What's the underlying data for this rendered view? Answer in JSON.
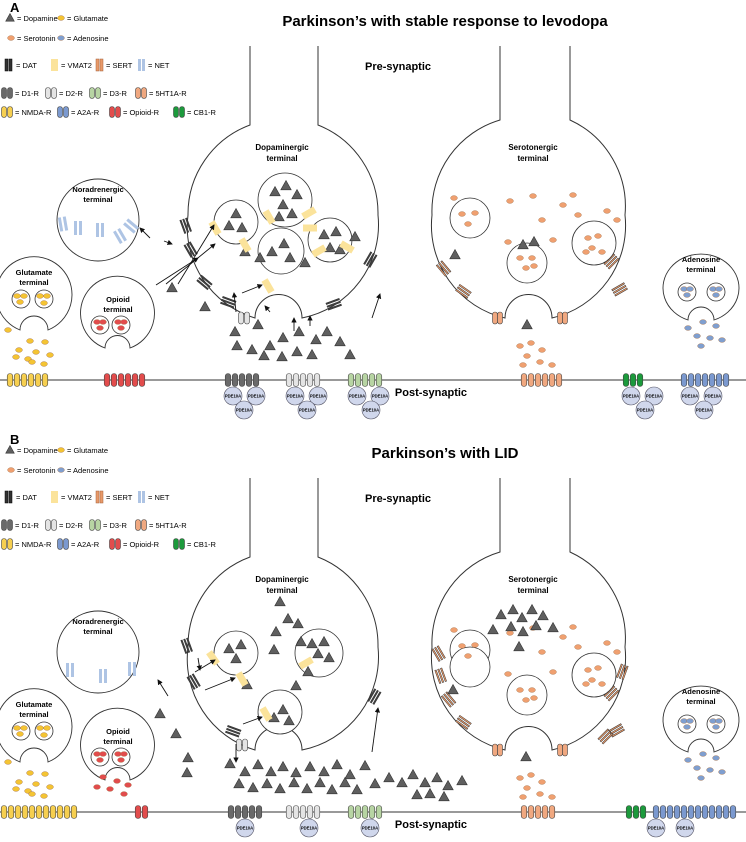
{
  "colors": {
    "dopamine": "#5f5f5f",
    "glutamate": "#f4c433",
    "serotonin": "#f0a070",
    "adenosine": "#7f9fd0",
    "dat": "#404040",
    "vmat2": "#fbe39b",
    "sert": "#e89a6a",
    "net": "#aec4e4",
    "d1r": "#6a6a6a",
    "d2r": "#e4e4e4",
    "d3r": "#b7d4a3",
    "ht1ar": "#f0a880",
    "nmdar": "#f6cf50",
    "a2ar": "#7b99cf",
    "opioidr": "#e24c4c",
    "cb1r": "#1c9a3c",
    "pde": "#d0d7ec"
  },
  "panels": [
    {
      "letter": "A",
      "title": "Parkinson’s with stable response to levodopa",
      "presynaptic": "Pre-synaptic",
      "postsynaptic": "Post-synaptic",
      "terminals": {
        "dopaminergic": [
          "Dopaminergic",
          "terminal"
        ],
        "serotonergic": [
          "Serotonergic",
          "terminal"
        ],
        "noradrenergic": [
          "Noradrenergic",
          "terminal"
        ],
        "glutamate": [
          "Glutamate",
          "terminal"
        ],
        "opioid": [
          "Opioid",
          "terminal"
        ],
        "adenosine": [
          "Adenosine",
          "terminal"
        ]
      },
      "pde_label": "PDE10A"
    },
    {
      "letter": "B",
      "title": "Parkinson’s with LID",
      "presynaptic": "Pre-synaptic",
      "postsynaptic": "Post-synaptic",
      "terminals": {
        "dopaminergic": [
          "Dopaminergic",
          "terminal"
        ],
        "serotonergic": [
          "Serotonergic",
          "terminal"
        ],
        "noradrenergic": [
          "Noradrenergic",
          "terminal"
        ],
        "glutamate": [
          "Glutamate",
          "terminal"
        ],
        "opioid": [
          "Opioid",
          "terminal"
        ],
        "adenosine": [
          "Adenosine",
          "terminal"
        ]
      },
      "pde_label": "PDE10A"
    }
  ],
  "legend": {
    "dopamine": "= Dopamine",
    "glutamate": "= Glutamate",
    "serotonin": "= Serotonin",
    "adenosine": "= Adenosine",
    "dat": "= DAT",
    "vmat2": "= VMAT2",
    "sert": "= SERT",
    "net": "= NET",
    "d1r": "= D1-R",
    "d2r": "= D2-R",
    "d3r": "= D3-R",
    "ht1ar": "= 5HT1A-R",
    "nmdar": "= NMDA-R",
    "a2ar": "= A2A-R",
    "opioidr": "= Opioid-R",
    "cb1r": "= CB1-R"
  }
}
